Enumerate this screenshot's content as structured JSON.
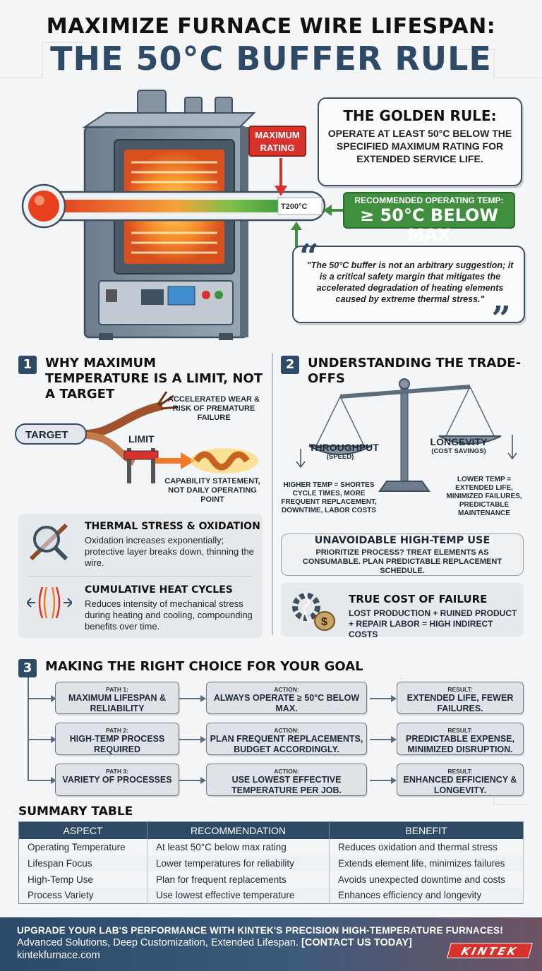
{
  "title": {
    "line1": "MAXIMIZE FURNACE WIRE LIFESPAN:",
    "line2": "THE 50°C BUFFER RULE"
  },
  "hero": {
    "golden_title": "THE GOLDEN RULE:",
    "golden_body": "OPERATE AT LEAST 50°C BELOW THE SPECIFIED MAXIMUM RATING FOR EXTENDED SERVICE LIFE.",
    "max_rating": "MAXIMUM RATING",
    "thermo_label": "T200°C",
    "rec_label": "RECOMMENDED OPERATING TEMP:",
    "rec_value": "≥ 50°C BELOW MAX",
    "quote": "\"The 50°C buffer is not an arbitrary suggestion; it is a critical safety margin that mitigates the accelerated degradation of heating elements caused by extreme thermal stress.\""
  },
  "section1": {
    "num": "1",
    "title": "WHY MAXIMUM TEMPERATURE IS A LIMIT, NOT A TARGET",
    "wear_label": "ACCELERATED WEAR & RISK OF PREMATURE FAILURE",
    "target_label": "TARGET",
    "limit_label": "LIMIT",
    "capability_label": "CAPABILITY STATEMENT, NOT DAILY OPERATING POINT",
    "card1_title": "THERMAL STRESS & OXIDATION",
    "card1_body": "Oxidation increases exponentially; protective layer breaks down, thinning the wire.",
    "card2_title": "CUMULATIVE HEAT CYCLES",
    "card2_body": "Reduces intensity of mechanical stress during heating and cooling, compounding benefits over time."
  },
  "section2": {
    "num": "2",
    "title": "UNDERSTANDING THE TRADE-OFFS",
    "left_title": "THROUGHPUT",
    "left_sub": "(SPEED)",
    "left_note": "HIGHER TEMP = SHORTES CYCLE TIMES, MORE FREQUENT REPLACEMENT, DOWNTIME, LABOR COSTS",
    "right_title": "LONGEVITY",
    "right_sub": "(COST SAVINGS)",
    "right_note": "LOWER TEMP = EXTENDED LIFE, MINIMIZED FAILURES, PREDICTABLE MAINTENANCE",
    "unavoid_title": "UNAVOIDABLE HIGH-TEMP USE",
    "unavoid_body": "PRIORITIZE PROCESS? TREAT ELEMENTS AS CONSUMABLE. PLAN PREDICTABLE REPLACEMENT SCHEDULE.",
    "cost_title": "TRUE COST OF FAILURE",
    "cost_body": "LOST PRODUCTION + RUINED PRODUCT + REPAIR LABOR = HIGH INDIRECT COSTS"
  },
  "section3": {
    "num": "3",
    "title": "MAKING THE RIGHT CHOICE FOR YOUR GOAL",
    "paths": [
      {
        "path_label": "PATH 1:",
        "path": "MAXIMUM LIFESPAN & RELIABILITY",
        "action_label": "ACTION:",
        "action": "ALWAYS OPERATE ≥ 50°C BELOW MAX.",
        "result_label": "RESULT:",
        "result": "EXTENDED LIFE, FEWER FAILURES."
      },
      {
        "path_label": "PATH 2:",
        "path": "HIGH-TEMP PROCESS REQUIRED",
        "action_label": "ACTION:",
        "action": "PLAN FREQUENT REPLACEMENTS, BUDGET ACCORDINGLY.",
        "result_label": "RESULT:",
        "result": "PREDICTABLE EXPENSE, MINIMIZED DISRUPTION."
      },
      {
        "path_label": "PATH 3:",
        "path": "VARIETY OF PROCESSES",
        "action_label": "ACTION:",
        "action": "USE LOWEST EFFECTIVE TEMPERATURE PER JOB.",
        "result_label": "RESULT:",
        "result": "ENHANCED EFFICIENCY & LONGEVITY."
      }
    ]
  },
  "summary": {
    "title": "SUMMARY TABLE",
    "headers": [
      "ASPECT",
      "RECOMMENDATION",
      "BENEFIT"
    ],
    "rows": [
      [
        "Operating Temperature",
        "At least 50°C below max rating",
        "Reduces oxidation and thermal stress"
      ],
      [
        "Lifespan Focus",
        "Lower temperatures for reliability",
        "Extends element life, minimizes failures"
      ],
      [
        "High-Temp Use",
        "Plan for frequent replacements",
        "Avoids unexpected downtime and costs"
      ],
      [
        "Process Variety",
        "Use lowest effective temperature",
        "Enhances efficiency and longevity"
      ]
    ]
  },
  "footer": {
    "line1": "UPGRADE YOUR LAB'S PERFORMANCE WITH KINTEK'S PRECISION HIGH-TEMPERATURE FURNACES!",
    "line2": "Advanced Solutions, Deep Customization, Extended Lifespan.",
    "cta": "[CONTACT US TODAY]",
    "site": "kintekfurnace.com",
    "logo": "KINTEK"
  },
  "colors": {
    "navy": "#2e4a66",
    "red": "#d9312b",
    "green": "#3f8f3f",
    "orange": "#f07a2a"
  }
}
